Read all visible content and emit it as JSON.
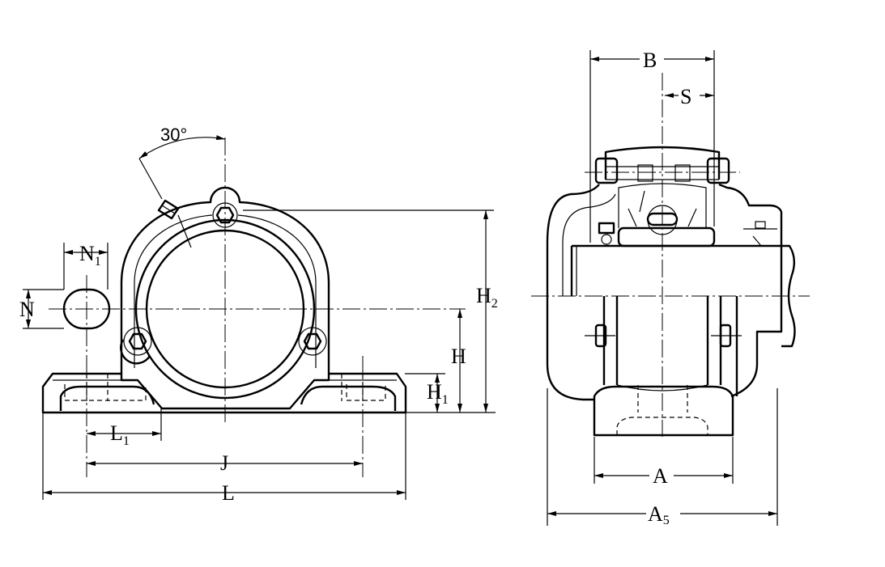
{
  "angle_label": "30°",
  "labels": {
    "N1": {
      "main": "N",
      "sub": "1"
    },
    "N": {
      "main": "N"
    },
    "H2": {
      "main": "H",
      "sub": "2"
    },
    "H": {
      "main": "H"
    },
    "H1": {
      "main": "H",
      "sub": "1"
    },
    "L1": {
      "main": "L",
      "sub": "1"
    },
    "J": {
      "main": "J"
    },
    "L": {
      "main": "L"
    },
    "B": {
      "main": "B"
    },
    "S": {
      "main": "S"
    },
    "A": {
      "main": "A"
    },
    "A5": {
      "main": "A",
      "sub": "5"
    }
  }
}
